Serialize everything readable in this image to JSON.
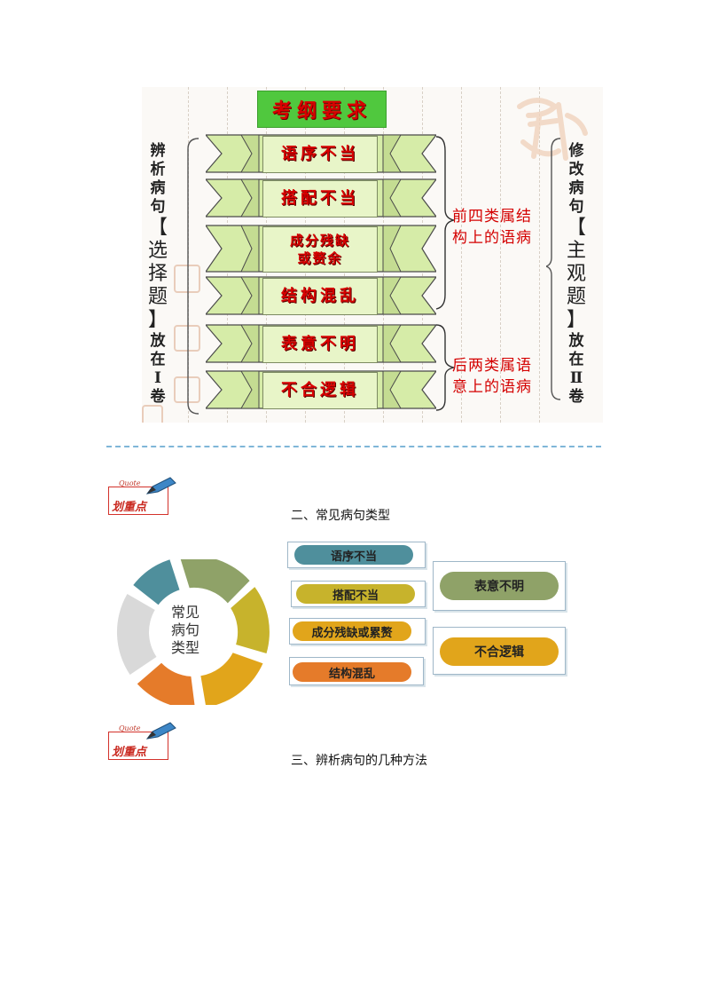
{
  "diagram": {
    "header": "考纲要求",
    "ribbons": [
      "语序不当",
      "搭配不当",
      "成分残缺或赘余",
      "结构混乱",
      "表意不明",
      "不合逻辑"
    ],
    "ribbon_third_lines": [
      "成分残缺",
      "或赘余"
    ],
    "left_side": {
      "title": "辨析病句",
      "bracket": "【选择题】",
      "placement": "放在Ⅰ卷"
    },
    "right_side": {
      "title": "修改病句",
      "bracket": "【主观题】",
      "placement": "放在Ⅱ卷"
    },
    "note_top": [
      "前四类属结",
      "构上的语病"
    ],
    "note_bottom": [
      "后两类属语",
      "意上的语病"
    ]
  },
  "badges": [
    {
      "quote": "Quote",
      "text": "划重点"
    },
    {
      "quote": "Quote",
      "text": "划重点"
    }
  ],
  "section2": {
    "title": "二、常见病句类型",
    "donut_center": [
      "常见",
      "病句",
      "类型"
    ],
    "pills": [
      "语序不当",
      "搭配不当",
      "成分残缺或累赘",
      "结构混乱",
      "表意不明",
      "不合逻辑"
    ]
  },
  "section3": {
    "title": "三、辨析病句的几种方法"
  },
  "colors": {
    "teal": "#4f8f9c",
    "olive_green": "#8fa268",
    "mustard": "#c7b32c",
    "amber": "#e1a51b",
    "orange": "#e57b2a",
    "light_gray": "#d9d9d9",
    "accent_red": "#d40000",
    "header_green": "#50c83e"
  }
}
